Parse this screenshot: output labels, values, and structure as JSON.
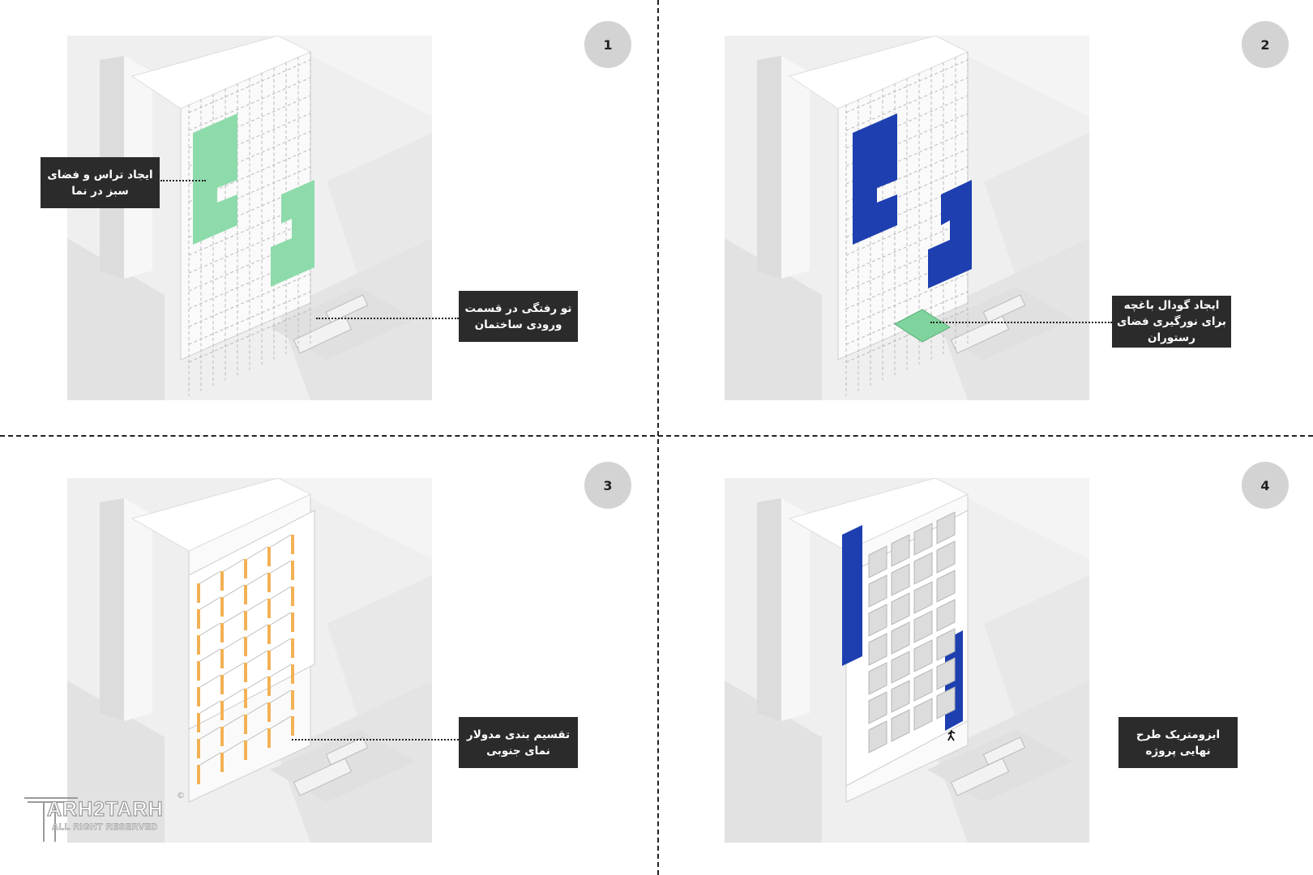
{
  "panels": [
    {
      "number": "1",
      "labels": [
        {
          "lines": [
            "ایجاد تراس و فضای",
            "سبز در نما"
          ]
        },
        {
          "lines": [
            "تو رفتگی در قسمت",
            "ورودی ساختمان"
          ]
        }
      ]
    },
    {
      "number": "2",
      "labels": [
        {
          "lines": [
            "ایجاد گودال باغچه",
            "برای نورگیری فضای",
            "رستوران"
          ]
        }
      ]
    },
    {
      "number": "3",
      "labels": [
        {
          "lines": [
            "تقسیم بندی مدولار",
            "نمای جنوبی"
          ]
        }
      ]
    },
    {
      "number": "4",
      "labels": [
        {
          "lines": [
            "ایزومتریک طرح",
            "نهایی پروژه"
          ]
        }
      ]
    }
  ],
  "watermark": {
    "brand": "ARH2TARH",
    "sub": "ALL RIGHT RESERVED",
    "symbol": "©"
  },
  "colors": {
    "green": "#8ddbaa",
    "blue": "#1d3fb0",
    "orange": "#f2b155",
    "label_bg": "#2b2b2b",
    "badge": "#d3d3d3"
  }
}
